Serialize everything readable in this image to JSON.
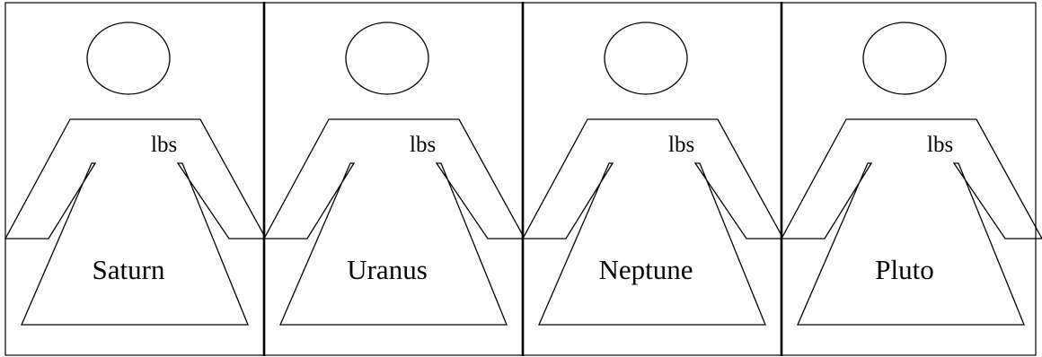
{
  "unit_label": "lbs",
  "figures": [
    {
      "planet": "Saturn"
    },
    {
      "planet": "Uranus"
    },
    {
      "planet": "Neptune"
    },
    {
      "planet": "Pluto"
    }
  ]
}
